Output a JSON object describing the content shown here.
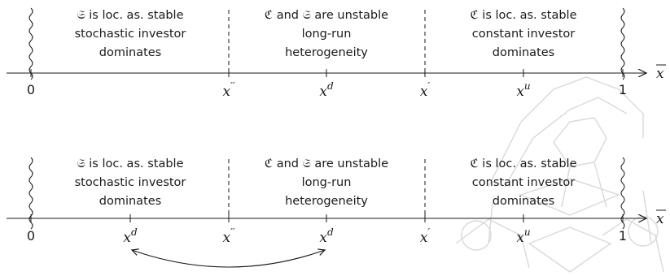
{
  "diagram": {
    "axis_variable": "x",
    "upper_panel": {
      "regions": [
        [
          "𝔖 is loc. as. stable",
          "stochastic investor",
          "dominates"
        ],
        [
          "ℭ and 𝔖 are unstable",
          "long-run",
          "heterogeneity"
        ],
        [
          "ℭ is loc. as. stable",
          "constant investor",
          "dominates"
        ]
      ],
      "ticks": [
        {
          "base": "0",
          "sup": ""
        },
        {
          "base": "x",
          "sup": "′′"
        },
        {
          "base": "x",
          "sup": "d"
        },
        {
          "base": "x",
          "sup": "′"
        },
        {
          "base": "x",
          "sup": "u"
        },
        {
          "base": "1",
          "sup": ""
        }
      ]
    },
    "lower_panel": {
      "regions": [
        [
          "𝔖 is loc. as. stable",
          "stochastic investor",
          "dominates"
        ],
        [
          "ℭ and 𝔖 are unstable",
          "long-run",
          "heterogeneity"
        ],
        [
          "ℭ is loc. as. stable",
          "constant investor",
          "dominates"
        ]
      ],
      "ticks": [
        {
          "base": "0",
          "sup": ""
        },
        {
          "base": "x",
          "sup": "d"
        },
        {
          "base": "x",
          "sup": "′′"
        },
        {
          "base": "x",
          "sup": "d"
        },
        {
          "base": "x",
          "sup": "′"
        },
        {
          "base": "x",
          "sup": "u"
        },
        {
          "base": "1",
          "sup": ""
        }
      ]
    },
    "colors": {
      "ink": "#1a1a1a",
      "watermark": "#d9d9d9"
    }
  }
}
